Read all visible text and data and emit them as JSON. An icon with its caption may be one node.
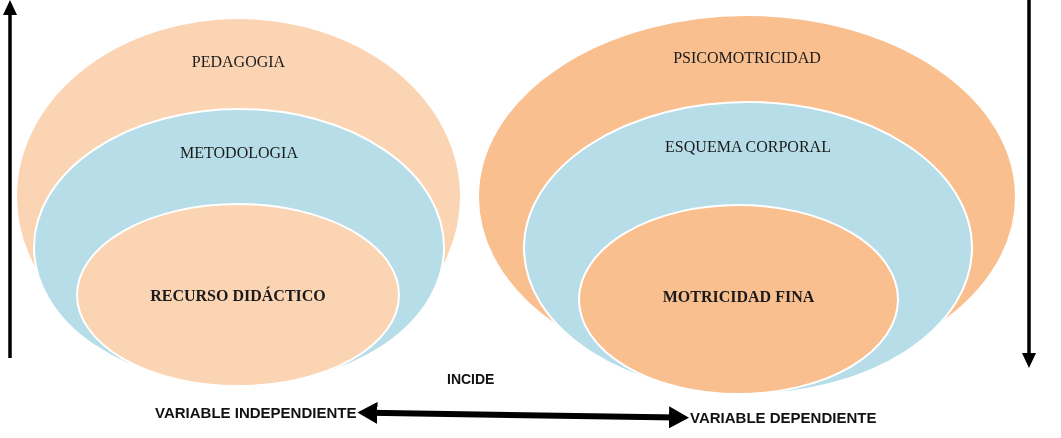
{
  "diagram": {
    "nodes": [
      {
        "text": [
          "PEDAGOGIA"
        ]
      },
      {
        "text": [
          "METODOLOGIA"
        ],
        "in": 0
      },
      {
        "text": [
          "RECURSO DIDÁCTICO"
        ],
        "in": 1
      },
      {
        "text": [
          "PSICOMOTRICIDAD"
        ]
      },
      {
        "text": [
          "ESQUEMA CORPORAL"
        ],
        "in": 3
      },
      {
        "text": [
          "MOTRICIDAD FINA"
        ],
        "in": 4
      },
      {
        "text": [
          "VARIABLE INDEPENDIENTE"
        ]
      },
      {
        "text": [
          "VARIABLE DEPENDIENTE"
        ]
      }
    ],
    "edges": [
      {
        "from": 6,
        "to": 7,
        "arrow": "both",
        "label": "INCIDE"
      }
    ]
  }
}
